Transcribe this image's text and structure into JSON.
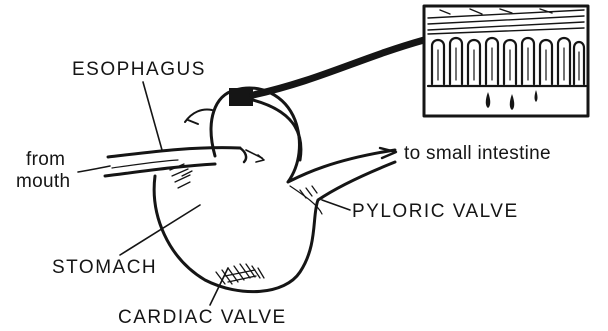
{
  "labels": {
    "esophagus": "ESOPHAGUS",
    "from_mouth_line1": "from",
    "from_mouth_line2": "mouth",
    "to_small_intestine": "to small intestine",
    "pyloric_valve": "PYLORIC VALVE",
    "stomach": "STOMACH",
    "cardiac_valve": "CARDIAC VALVE"
  },
  "colors": {
    "ink": "#151515",
    "background": "#ffffff"
  },
  "icons": {
    "gland_inset": "intestinal-villi-inset-icon",
    "connector": "magnifier-connector-icon"
  }
}
